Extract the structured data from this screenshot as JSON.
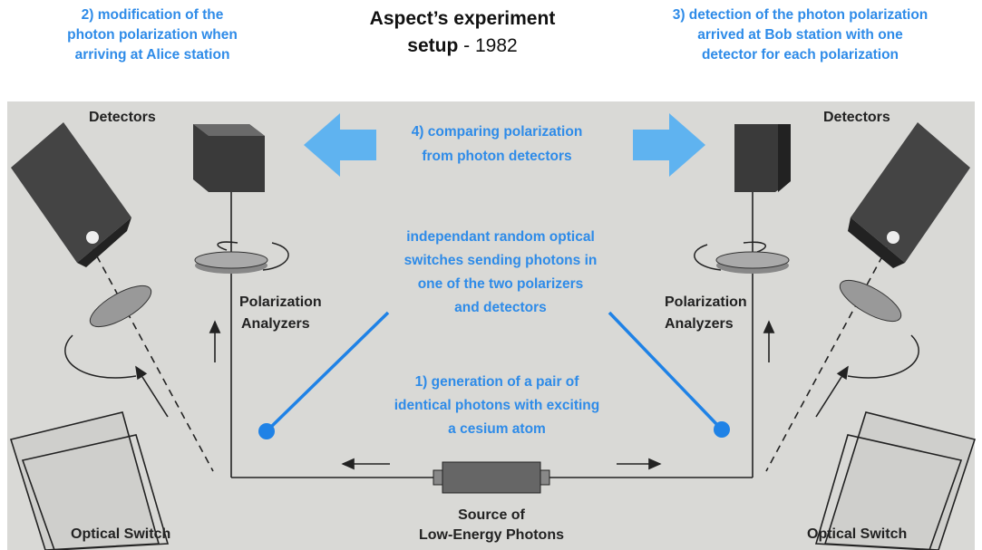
{
  "header": {
    "left": [
      "2) modification of the",
      "photon polarization when",
      "arriving  at Alice station"
    ],
    "title_bold_1": "Aspect’s experiment",
    "title_bold_2": "setup",
    "title_rest": " - 1982",
    "right": [
      "3) detection of the photon polarization",
      "arrived at Bob station with one",
      "detector for each polarization"
    ]
  },
  "diagram": {
    "labels": {
      "detectors_left": "Detectors",
      "detectors_right": "Detectors",
      "polarization_left": [
        "Polarization",
        "Analyzers"
      ],
      "polarization_right": [
        "Polarization",
        "Analyzers"
      ],
      "optical_switch_left": "Optical Switch",
      "optical_switch_right": "Optical Switch",
      "source": [
        "Source of",
        "Low-Energy Photons"
      ]
    },
    "annotations": {
      "comparing": [
        "4) comparing polarization",
        "from photon detectors"
      ],
      "switches": [
        "independant random optical",
        "switches sending photons in",
        "one of the two polarizers",
        "and detectors"
      ],
      "generation": [
        "1) generation of a pair of",
        "identical photons with exciting",
        "a cesium atom"
      ]
    },
    "colors": {
      "annotation": "#2e8be8",
      "arrow": "#5fb3f0",
      "background": "#d9d9d6",
      "ink": "#222222"
    }
  }
}
